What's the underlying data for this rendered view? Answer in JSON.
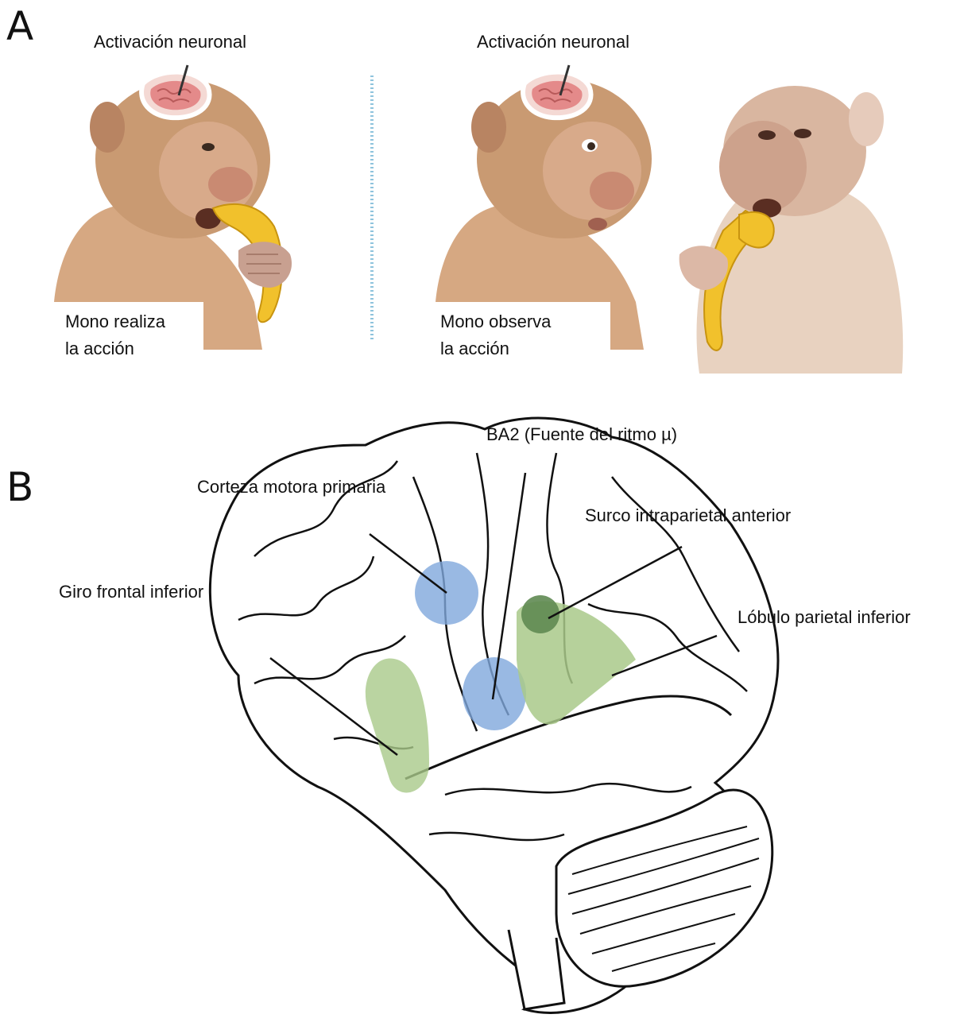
{
  "panel_a": {
    "letter": "A",
    "left": {
      "top_label": "Activación neuronal",
      "caption_line1": "Mono realiza",
      "caption_line2": "la acción"
    },
    "right": {
      "top_label": "Activación neuronal",
      "caption_line1": "Mono observa",
      "caption_line2": "la acción"
    }
  },
  "panel_b": {
    "letter": "B",
    "labels": {
      "ba2": "BA2 (Fuente del ritmo µ)",
      "motor_cortex": "Corteza motora primaria",
      "anterior_ips": "Surco intraparietal anterior",
      "inferior_frontal": "Giro frontal inferior",
      "inferior_parietal": "Lóbulo parietal inferior"
    }
  },
  "colors": {
    "motor_region": "#7fa7dc",
    "parietal_region": "#a9c98a",
    "ips_spot": "#5f8a52",
    "monkey_fur": "#c99a72",
    "banana": "#f1c12c",
    "divider": "#8fc4dd"
  }
}
